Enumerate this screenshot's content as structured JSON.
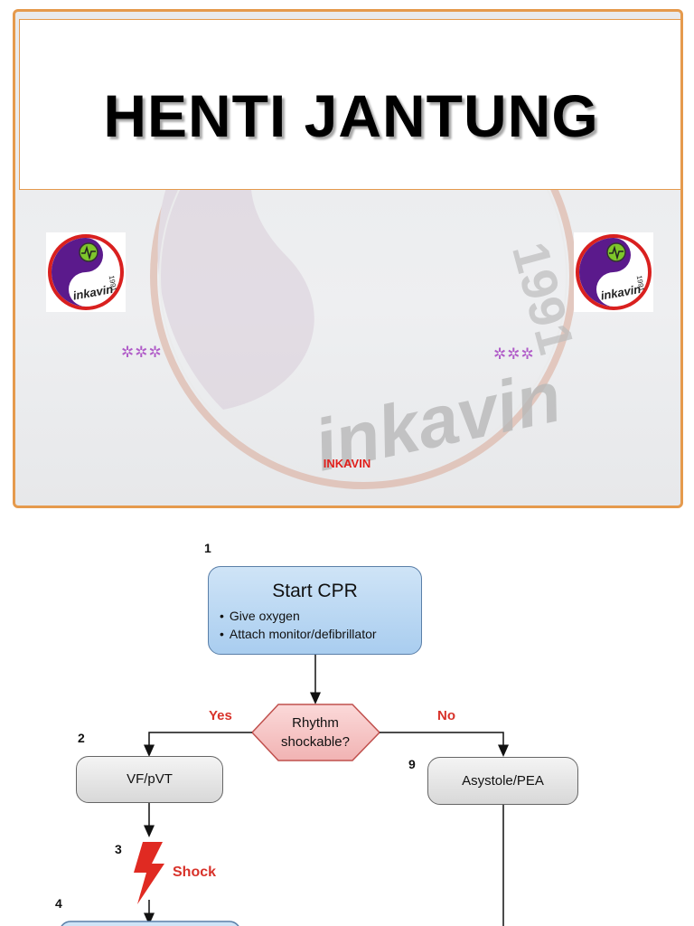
{
  "slide1": {
    "title": "HENTI JANTUNG",
    "logo_text": "inkavin",
    "logo_year": "1991",
    "stars_left": "✲✲✲",
    "stars_right": "✲✲✲",
    "caption": "INKAVIN",
    "colors": {
      "frame": "#e59a4d",
      "caption": "#e0201c",
      "logo_purple": "#5b1a8c",
      "logo_red": "#d9201f",
      "logo_green": "#7ec62b"
    }
  },
  "flowchart": {
    "step1_num": "1",
    "start_cpr_title": "Start CPR",
    "start_cpr_items": [
      "Give oxygen",
      "Attach monitor/defibrillator"
    ],
    "decision": {
      "line1": "Rhythm",
      "line2": "shockable?"
    },
    "yes_label": "Yes",
    "no_label": "No",
    "step2_num": "2",
    "vf_label": "VF/pVT",
    "step9_num": "9",
    "asystole_label": "Asystole/PEA",
    "step3_num": "3",
    "shock_label": "Shock",
    "step4_num": "4",
    "colors": {
      "blue_box": "#a9cdef",
      "gray_box": "#d8d8d8",
      "diamond": "#f7c7c7",
      "accent_red": "#d8322a"
    }
  }
}
